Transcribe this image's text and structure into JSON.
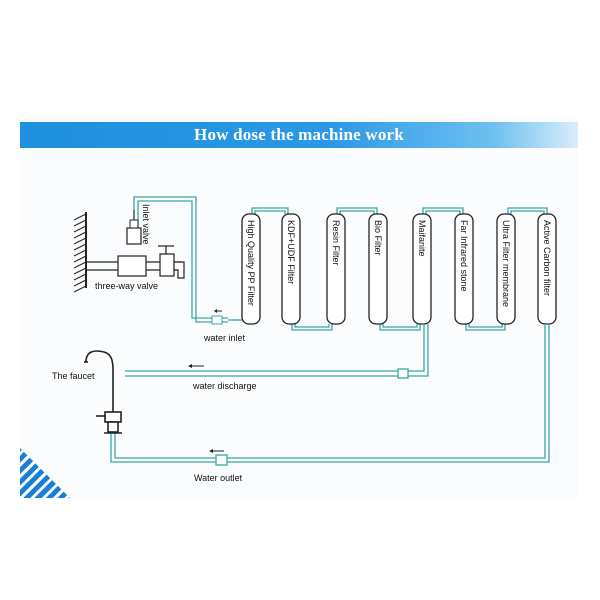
{
  "title": "How dose the machine work",
  "labels": {
    "inlet_valve": "Inlet valve",
    "three_way_valve": "three-way valve",
    "water_inlet": "water inlet",
    "the_faucet": "The faucet",
    "water_discharge": "water discharge",
    "water_outlet": "Water outlet"
  },
  "filters": [
    "High Quality PP Filter",
    "KDF+UDF Filter",
    "Resin Filter",
    "Bio Filter",
    "Maifanite",
    "Far Infrared stone",
    "Ultra Filter membrane",
    "Active Carbon filter"
  ],
  "colors": {
    "title_bar": "#2596e6",
    "pipe": "#3aa6a6",
    "filter_outline": "#222222"
  }
}
